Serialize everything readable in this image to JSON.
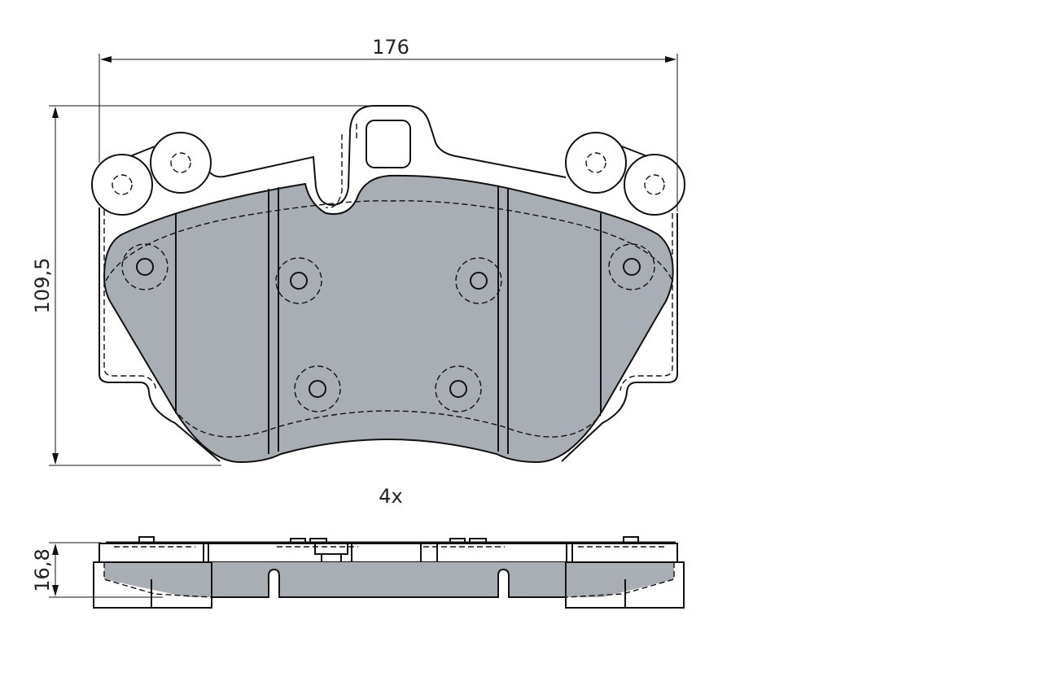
{
  "dimensions": {
    "width": "176",
    "height": "109,5",
    "thickness": "16,8"
  },
  "quantity": "4x",
  "colors": {
    "friction_material": "#a9aeb4",
    "line": "#111111"
  }
}
